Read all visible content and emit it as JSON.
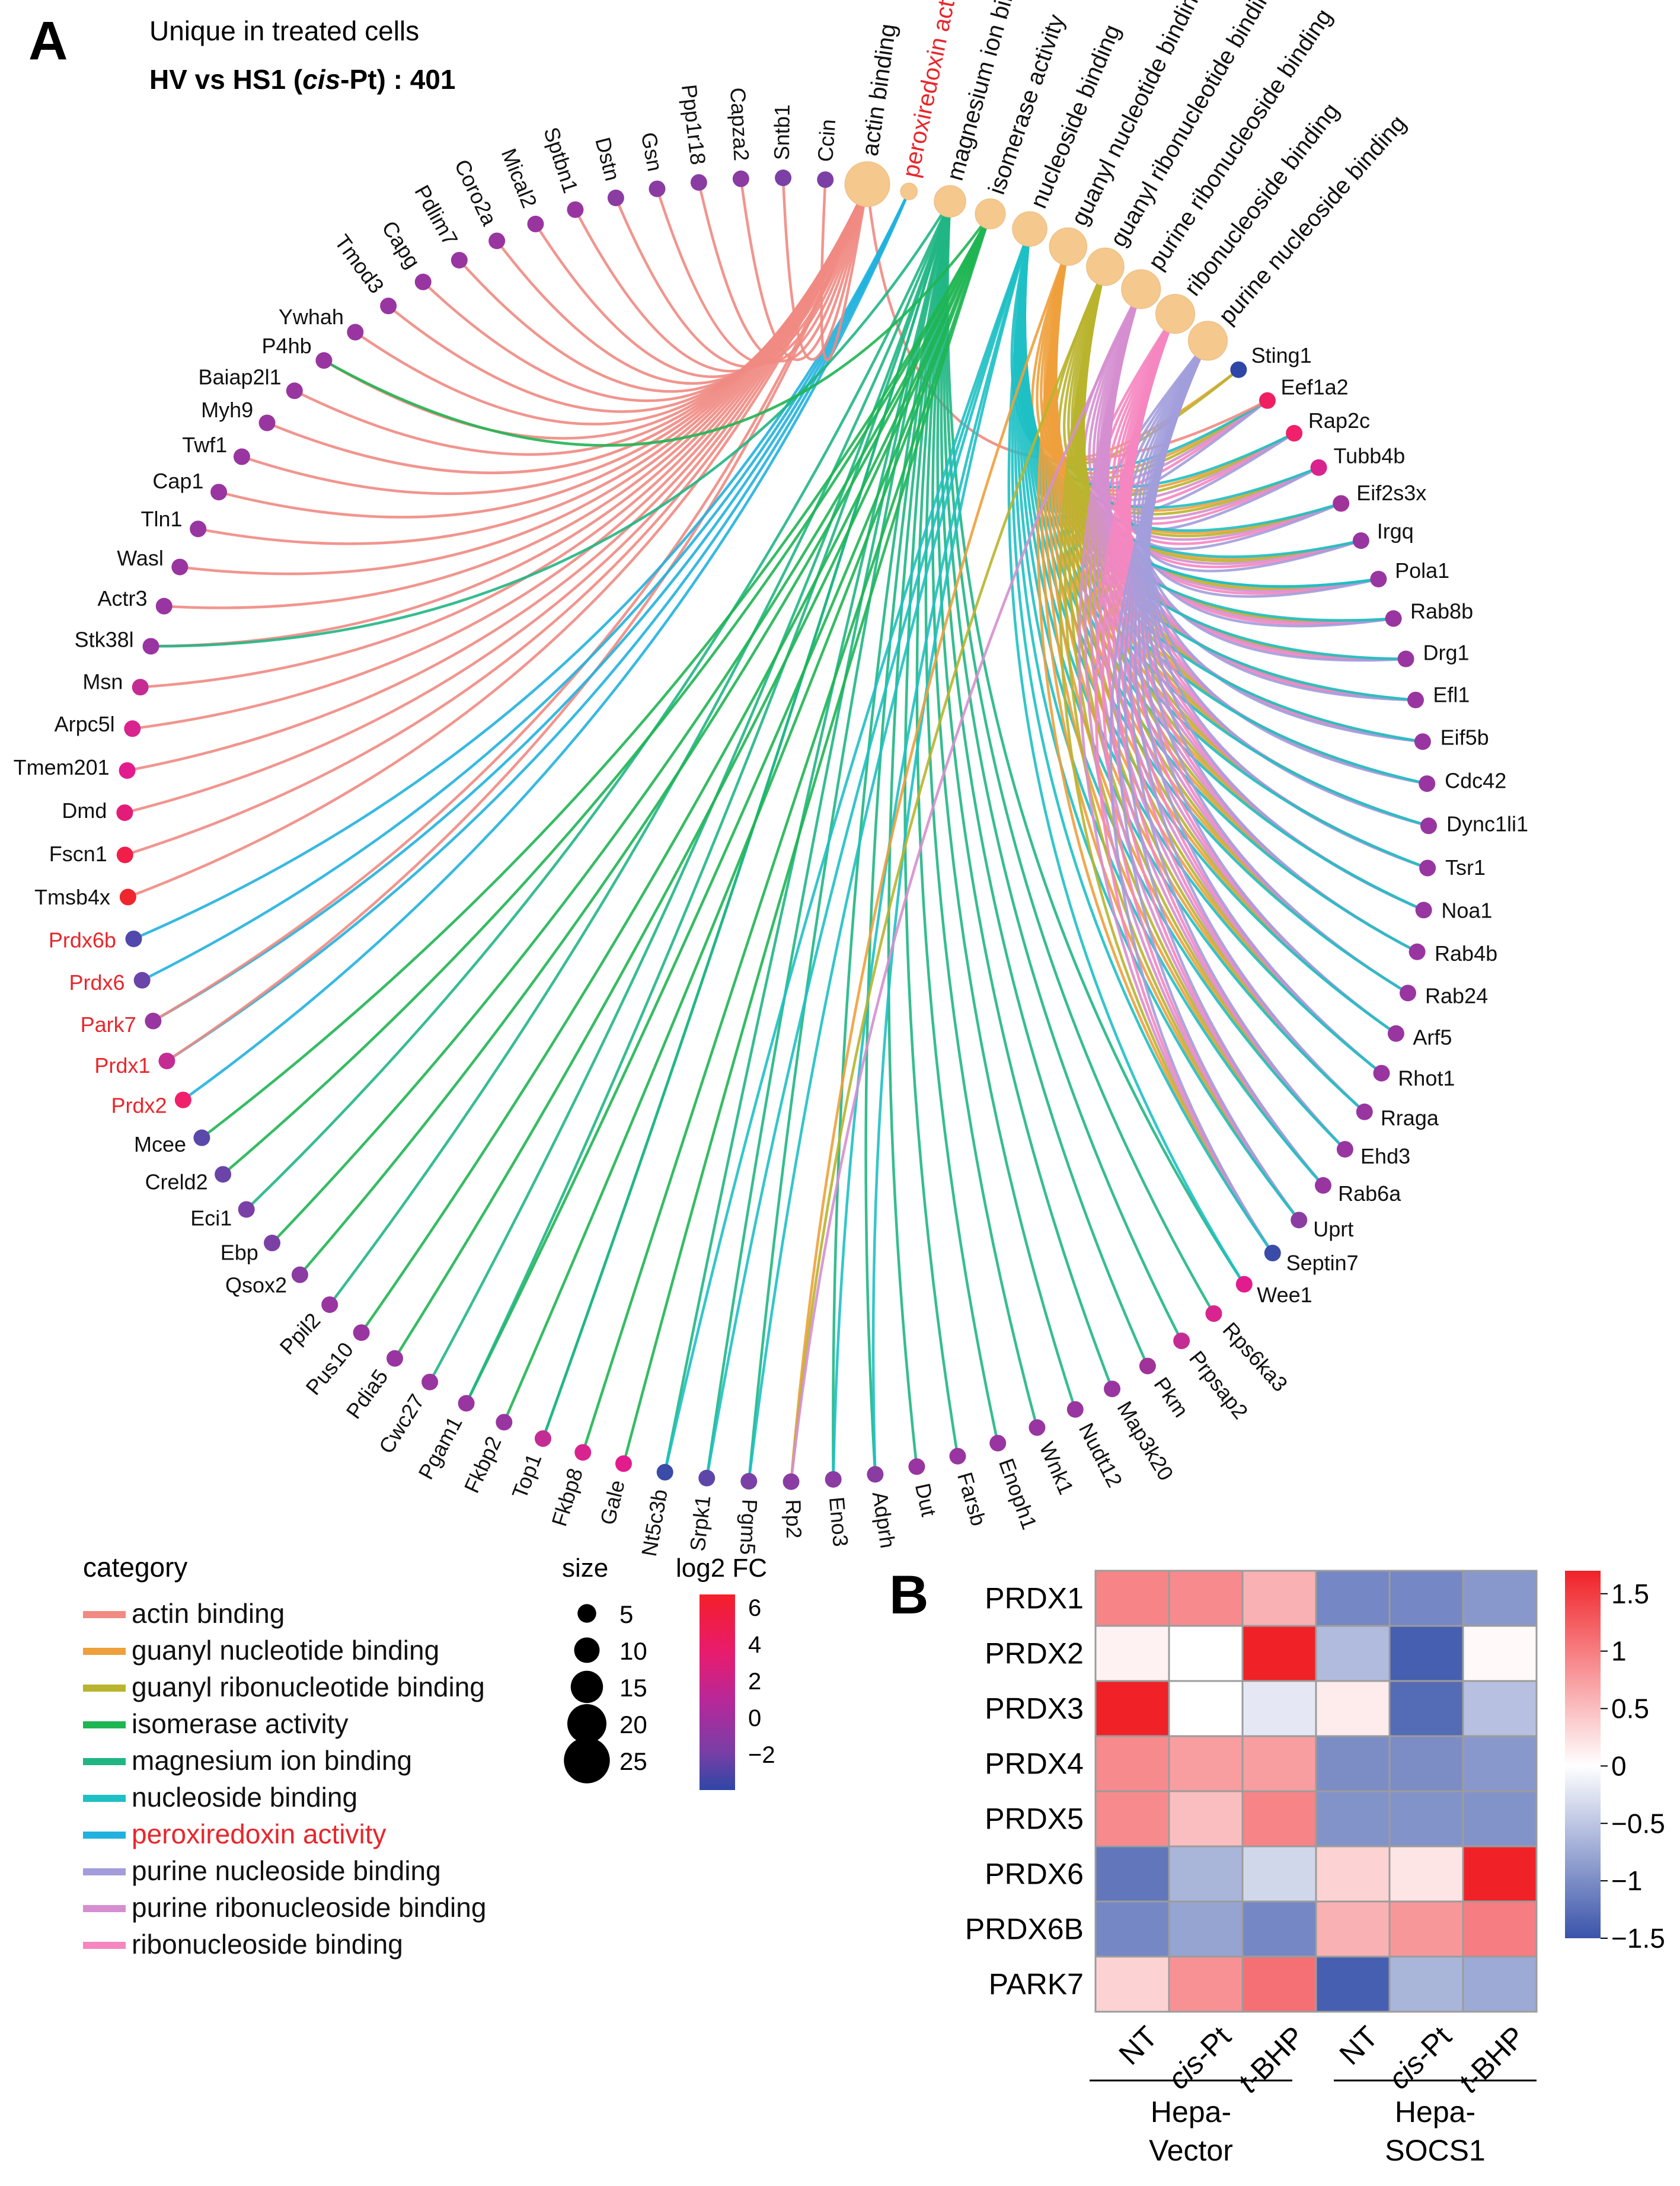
{
  "panel_a": {
    "label": "A",
    "header_line1": "Unique in treated cells",
    "header_line2_prefix": "HV vs HS1 (",
    "header_line2_italic": "cis",
    "header_line2_suffix": "-Pt) : 401"
  },
  "panel_b": {
    "label": "B"
  },
  "chart_data": [
    {
      "type": "network",
      "categories": [
        {
          "name": "actin binding",
          "color": "#F08A82",
          "size": 24,
          "highlight": false
        },
        {
          "name": "peroxiredoxin activity",
          "color": "#21B1DE",
          "size": 5,
          "highlight": true
        },
        {
          "name": "magnesium ion binding",
          "color": "#20B684",
          "size": 15,
          "highlight": false
        },
        {
          "name": "isomerase activity",
          "color": "#1FB552",
          "size": 14,
          "highlight": false
        },
        {
          "name": "nucleoside binding",
          "color": "#1EC0C4",
          "size": 17,
          "highlight": false
        },
        {
          "name": "guanyl nucleotide binding",
          "color": "#EEA03C",
          "size": 19,
          "highlight": false
        },
        {
          "name": "guanyl ribonucleotide binding",
          "color": "#B9B42D",
          "size": 19,
          "highlight": false
        },
        {
          "name": "purine ribonucleoside binding",
          "color": "#D58FD0",
          "size": 20,
          "highlight": false
        },
        {
          "name": "ribonucleoside binding",
          "color": "#F586C0",
          "size": 20,
          "highlight": false
        },
        {
          "name": "purine nucleoside binding",
          "color": "#A29DDB",
          "size": 20,
          "highlight": false
        }
      ],
      "genes": [
        {
          "name": "Sting1",
          "color": "#2E47A6",
          "highlight": false
        },
        {
          "name": "Eef1a2",
          "color": "#F01F62",
          "highlight": false
        },
        {
          "name": "Rap2c",
          "color": "#F0206B",
          "highlight": false
        },
        {
          "name": "Tubb4b",
          "color": "#D9238E",
          "highlight": false
        },
        {
          "name": "Eif2s3x",
          "color": "#A03399",
          "highlight": false
        },
        {
          "name": "Irgq",
          "color": "#9935A0",
          "highlight": false
        },
        {
          "name": "Pola1",
          "color": "#9935A0",
          "highlight": false
        },
        {
          "name": "Rab8b",
          "color": "#9935A0",
          "highlight": false
        },
        {
          "name": "Drg1",
          "color": "#9935A0",
          "highlight": false
        },
        {
          "name": "Efl1",
          "color": "#9935A0",
          "highlight": false
        },
        {
          "name": "Eif5b",
          "color": "#9935A0",
          "highlight": false
        },
        {
          "name": "Cdc42",
          "color": "#9935A0",
          "highlight": false
        },
        {
          "name": "Dync1li1",
          "color": "#9935A0",
          "highlight": false
        },
        {
          "name": "Tsr1",
          "color": "#9935A0",
          "highlight": false
        },
        {
          "name": "Noa1",
          "color": "#9935A0",
          "highlight": false
        },
        {
          "name": "Rab4b",
          "color": "#9935A0",
          "highlight": false
        },
        {
          "name": "Rab24",
          "color": "#9935A0",
          "highlight": false
        },
        {
          "name": "Arf5",
          "color": "#9935A0",
          "highlight": false
        },
        {
          "name": "Rhot1",
          "color": "#9935A0",
          "highlight": false
        },
        {
          "name": "Rraga",
          "color": "#9935A0",
          "highlight": false
        },
        {
          "name": "Ehd3",
          "color": "#9935A0",
          "highlight": false
        },
        {
          "name": "Rab6a",
          "color": "#9935A0",
          "highlight": false
        },
        {
          "name": "Uprt",
          "color": "#8A3CA3",
          "highlight": false
        },
        {
          "name": "Septin7",
          "color": "#3A4CA8",
          "highlight": false
        },
        {
          "name": "Wee1",
          "color": "#E31C8E",
          "highlight": false
        },
        {
          "name": "Rps6ka3",
          "color": "#D9238E",
          "highlight": false
        },
        {
          "name": "Prpsap2",
          "color": "#C42C94",
          "highlight": false
        },
        {
          "name": "Pkm",
          "color": "#A03399",
          "highlight": false
        },
        {
          "name": "Map3k20",
          "color": "#9935A0",
          "highlight": false
        },
        {
          "name": "Nudt12",
          "color": "#9935A0",
          "highlight": false
        },
        {
          "name": "Wnk1",
          "color": "#9935A0",
          "highlight": false
        },
        {
          "name": "Enoph1",
          "color": "#9935A0",
          "highlight": false
        },
        {
          "name": "Farsb",
          "color": "#9935A0",
          "highlight": false
        },
        {
          "name": "Dut",
          "color": "#9935A0",
          "highlight": false
        },
        {
          "name": "Adprh",
          "color": "#8A3CA3",
          "highlight": false
        },
        {
          "name": "Eno3",
          "color": "#8A3CA3",
          "highlight": false
        },
        {
          "name": "Rp2",
          "color": "#8A3CA3",
          "highlight": false
        },
        {
          "name": "Pgm5",
          "color": "#7B40A6",
          "highlight": false
        },
        {
          "name": "Srpk1",
          "color": "#5E46A8",
          "highlight": false
        },
        {
          "name": "Nt5c3b",
          "color": "#3A4CA8",
          "highlight": false
        },
        {
          "name": "Gale",
          "color": "#E31C8E",
          "highlight": false
        },
        {
          "name": "Fkbp8",
          "color": "#D9238E",
          "highlight": false
        },
        {
          "name": "Top1",
          "color": "#C42C94",
          "highlight": false
        },
        {
          "name": "Fkbp2",
          "color": "#9935A0",
          "highlight": false
        },
        {
          "name": "Pgam1",
          "color": "#9935A0",
          "highlight": false
        },
        {
          "name": "Cwc27",
          "color": "#9935A0",
          "highlight": false
        },
        {
          "name": "Pdia5",
          "color": "#9935A0",
          "highlight": false
        },
        {
          "name": "Pus10",
          "color": "#9935A0",
          "highlight": false
        },
        {
          "name": "Ppil2",
          "color": "#9935A0",
          "highlight": false
        },
        {
          "name": "Qsox2",
          "color": "#8A3CA3",
          "highlight": false
        },
        {
          "name": "Ebp",
          "color": "#7B40A6",
          "highlight": false
        },
        {
          "name": "Eci1",
          "color": "#7B40A6",
          "highlight": false
        },
        {
          "name": "Creld2",
          "color": "#6A44A8",
          "highlight": false
        },
        {
          "name": "Mcee",
          "color": "#5A48AA",
          "highlight": false
        },
        {
          "name": "Prdx2",
          "color": "#F0206B",
          "highlight": true
        },
        {
          "name": "Prdx1",
          "color": "#C42C94",
          "highlight": true
        },
        {
          "name": "Park7",
          "color": "#9935A0",
          "highlight": true
        },
        {
          "name": "Prdx6",
          "color": "#6A44A8",
          "highlight": true
        },
        {
          "name": "Prdx6b",
          "color": "#5048AA",
          "highlight": true
        },
        {
          "name": "Tmsb4x",
          "color": "#F0262E",
          "highlight": false
        },
        {
          "name": "Fscn1",
          "color": "#F01F4A",
          "highlight": false
        },
        {
          "name": "Dmd",
          "color": "#E31C7A",
          "highlight": false
        },
        {
          "name": "Tmem201",
          "color": "#E31C8E",
          "highlight": false
        },
        {
          "name": "Arpc5l",
          "color": "#D9238E",
          "highlight": false
        },
        {
          "name": "Msn",
          "color": "#C42C94",
          "highlight": false
        },
        {
          "name": "Stk38l",
          "color": "#9935A0",
          "highlight": false
        },
        {
          "name": "Actr3",
          "color": "#9935A0",
          "highlight": false
        },
        {
          "name": "Wasl",
          "color": "#9935A0",
          "highlight": false
        },
        {
          "name": "Tln1",
          "color": "#9935A0",
          "highlight": false
        },
        {
          "name": "Cap1",
          "color": "#9935A0",
          "highlight": false
        },
        {
          "name": "Twf1",
          "color": "#9935A0",
          "highlight": false
        },
        {
          "name": "Myh9",
          "color": "#9935A0",
          "highlight": false
        },
        {
          "name": "Baiap2l1",
          "color": "#9935A0",
          "highlight": false
        },
        {
          "name": "P4hb",
          "color": "#9935A0",
          "highlight": false
        },
        {
          "name": "Ywhah",
          "color": "#9935A0",
          "highlight": false
        },
        {
          "name": "Tmod3",
          "color": "#9935A0",
          "highlight": false
        },
        {
          "name": "Capg",
          "color": "#9935A0",
          "highlight": false
        },
        {
          "name": "Pdlim7",
          "color": "#9935A0",
          "highlight": false
        },
        {
          "name": "Coro2a",
          "color": "#9935A0",
          "highlight": false
        },
        {
          "name": "Mical2",
          "color": "#9935A0",
          "highlight": false
        },
        {
          "name": "Sptbn1",
          "color": "#9935A0",
          "highlight": false
        },
        {
          "name": "Dstn",
          "color": "#8A3CA3",
          "highlight": false
        },
        {
          "name": "Gsn",
          "color": "#8A3CA3",
          "highlight": false
        },
        {
          "name": "Ppp1r18",
          "color": "#8A3CA3",
          "highlight": false
        },
        {
          "name": "Capza2",
          "color": "#8A3CA3",
          "highlight": false
        },
        {
          "name": "Sntb1",
          "color": "#7B40A6",
          "highlight": false
        },
        {
          "name": "Ccin",
          "color": "#7B40A6",
          "highlight": false
        }
      ],
      "legend": {
        "category_title": "category",
        "size_title": "size",
        "size_values": [
          5,
          10,
          15,
          20,
          25
        ],
        "fc_title": "log2 FC",
        "fc_ticks": [
          6,
          4,
          2,
          0,
          -2
        ]
      }
    },
    {
      "type": "heatmap",
      "rows": [
        "PRDX1",
        "PRDX2",
        "PRDX3",
        "PRDX4",
        "PRDX5",
        "PRDX6",
        "PRDX6B",
        "PARK7"
      ],
      "columns": [
        {
          "name": "NT",
          "italic_prefix": "",
          "suffix": ""
        },
        {
          "name": "cis-Pt",
          "italic_prefix": "cis",
          "suffix": "-Pt"
        },
        {
          "name": "t-BHP",
          "italic_prefix": "t",
          "suffix": "-BHP"
        },
        {
          "name": "NT",
          "italic_prefix": "",
          "suffix": ""
        },
        {
          "name": "cis-Pt",
          "italic_prefix": "cis",
          "suffix": "-Pt"
        },
        {
          "name": "t-BHP",
          "italic_prefix": "t",
          "suffix": "-BHP"
        }
      ],
      "groups": [
        {
          "line1": "Hepa-",
          "line2": "Vector"
        },
        {
          "line1": "Hepa-",
          "line2": "SOCS1"
        }
      ],
      "values": [
        [
          0.95,
          0.9,
          0.6,
          -1.05,
          -1.05,
          -0.9
        ],
        [
          0.1,
          0.0,
          1.7,
          -0.6,
          -1.4,
          0.05
        ],
        [
          1.7,
          0.0,
          -0.2,
          0.15,
          -1.3,
          -0.55
        ],
        [
          0.9,
          0.75,
          0.75,
          -1.0,
          -1.0,
          -0.9
        ],
        [
          0.9,
          0.5,
          0.95,
          -0.95,
          -0.95,
          -0.95
        ],
        [
          -1.2,
          -0.65,
          -0.35,
          0.35,
          0.2,
          1.7
        ],
        [
          -1.05,
          -0.8,
          -1.05,
          0.6,
          0.8,
          1.0
        ],
        [
          0.35,
          0.85,
          1.1,
          -1.4,
          -0.65,
          -0.75
        ]
      ],
      "colorbar": {
        "min": -1.5,
        "max": 1.7,
        "ticks": [
          "1.5",
          "1",
          "0.5",
          "0",
          "−0.5",
          "−1",
          "−1.5"
        ]
      }
    }
  ]
}
